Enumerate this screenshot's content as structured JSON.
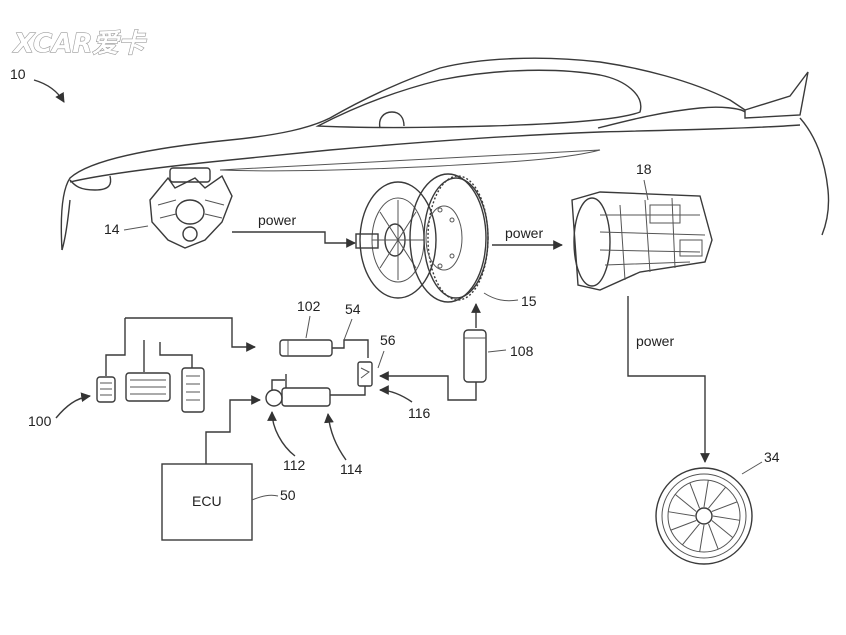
{
  "watermark": {
    "logo_text": "XCAR爱卡"
  },
  "labels": {
    "vehicle": "10",
    "engine": "14",
    "clutch": "15",
    "transmission": "18",
    "wheel": "34",
    "ecu_ref": "50",
    "line_54": "54",
    "node_56": "56",
    "pedals": "100",
    "master_cyl": "102",
    "reservoir": "108",
    "actuator": "112",
    "slave_cyl": "114",
    "valve": "116"
  },
  "flows": {
    "engine_to_clutch": "power",
    "clutch_to_transmission": "power",
    "transmission_to_wheel": "power"
  },
  "ecu": {
    "label": "ECU"
  }
}
